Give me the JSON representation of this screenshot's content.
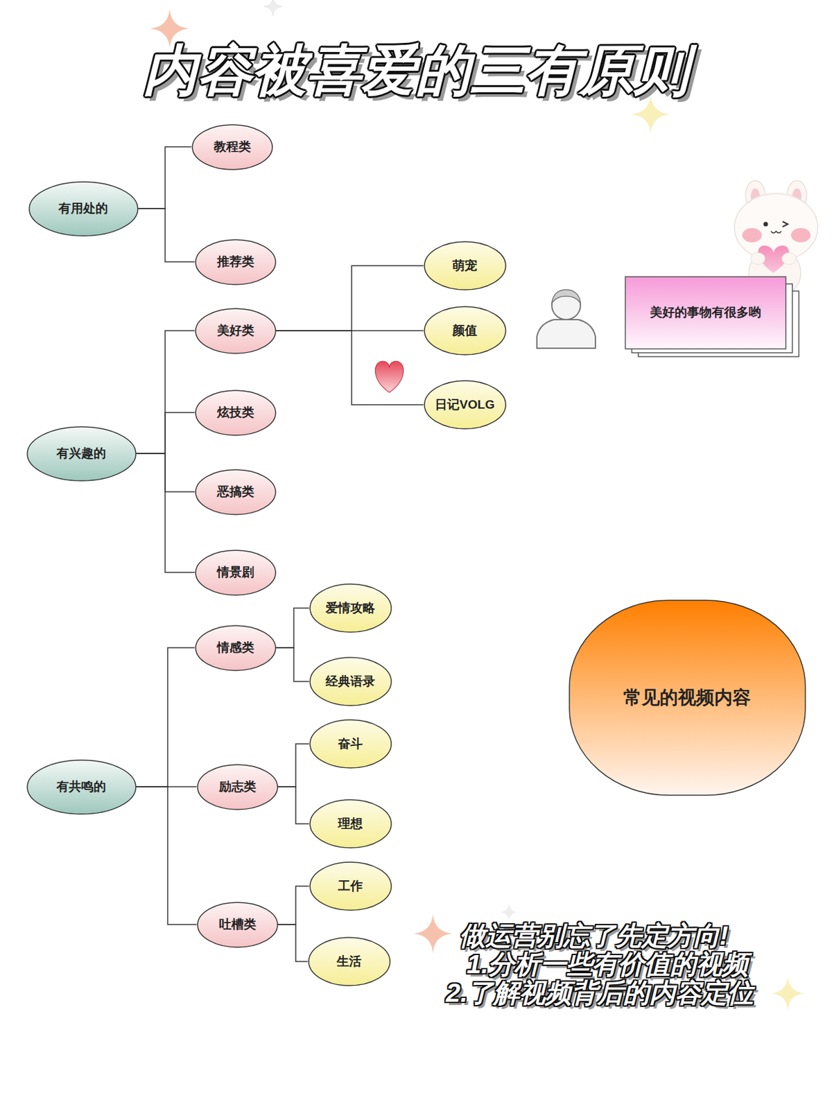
{
  "diagram": {
    "title": "内容被喜爱的三有原则",
    "nodes": [
      {
        "text": [
          "有用处的"
        ]
      },
      {
        "text": [
          "教程类"
        ]
      },
      {
        "text": [
          "推荐类"
        ]
      },
      {
        "text": [
          "有兴趣的"
        ]
      },
      {
        "text": [
          "美好类"
        ]
      },
      {
        "text": [
          "萌宠"
        ]
      },
      {
        "text": [
          "颜值"
        ]
      },
      {
        "text": [
          "日记VOLG"
        ]
      },
      {
        "text": [
          "美好的事物有很多哟"
        ]
      },
      {
        "text": [
          "炫技类"
        ]
      },
      {
        "text": [
          "恶搞类"
        ]
      },
      {
        "text": [
          "情景剧"
        ]
      },
      {
        "text": [
          "有共鸣的"
        ]
      },
      {
        "text": [
          "情感类"
        ]
      },
      {
        "text": [
          "爱情攻略"
        ]
      },
      {
        "text": [
          "经典语录"
        ]
      },
      {
        "text": [
          "励志类"
        ]
      },
      {
        "text": [
          "奋斗"
        ]
      },
      {
        "text": [
          "理想"
        ]
      },
      {
        "text": [
          "吐槽类"
        ]
      },
      {
        "text": [
          "工作"
        ]
      },
      {
        "text": [
          "生活"
        ]
      },
      {
        "text": [
          "常见的视频内容"
        ]
      }
    ],
    "edges": [
      {
        "from": 0,
        "to": 1,
        "arrow": "none"
      },
      {
        "from": 0,
        "to": 2,
        "arrow": "none"
      },
      {
        "from": 3,
        "to": 4,
        "arrow": "none"
      },
      {
        "from": 3,
        "to": 9,
        "arrow": "none"
      },
      {
        "from": 3,
        "to": 10,
        "arrow": "none"
      },
      {
        "from": 3,
        "to": 11,
        "arrow": "none"
      },
      {
        "from": 4,
        "to": 5,
        "arrow": "none"
      },
      {
        "from": 4,
        "to": 6,
        "arrow": "none"
      },
      {
        "from": 4,
        "to": 7,
        "arrow": "none"
      },
      {
        "from": 12,
        "to": 13,
        "arrow": "none"
      },
      {
        "from": 12,
        "to": 16,
        "arrow": "none"
      },
      {
        "from": 12,
        "to": 19,
        "arrow": "none"
      },
      {
        "from": 13,
        "to": 14,
        "arrow": "none"
      },
      {
        "from": 13,
        "to": 15,
        "arrow": "none"
      },
      {
        "from": 16,
        "to": 17,
        "arrow": "none"
      },
      {
        "from": 16,
        "to": 18,
        "arrow": "none"
      },
      {
        "from": 19,
        "to": 20,
        "arrow": "none"
      },
      {
        "from": 19,
        "to": 21,
        "arrow": "none"
      }
    ],
    "labels": [
      "做运营别忘了先定方向!",
      "1.分析一些有价值的视频",
      "2.了解视频背后的内容定位"
    ]
  }
}
